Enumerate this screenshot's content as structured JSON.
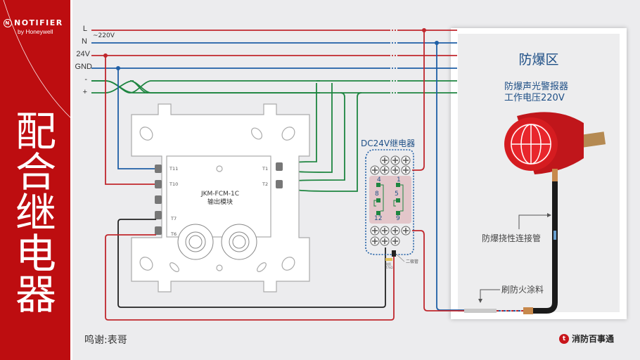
{
  "sidebar": {
    "brand": "NOTIFIER",
    "brand_sub": "by Honeywell",
    "title_chars": [
      "配",
      "合",
      "继",
      "电",
      "器"
    ]
  },
  "bus": {
    "labels": [
      "L",
      "N",
      "24V",
      "GND",
      "-",
      "+"
    ],
    "voltage_note": "~220V"
  },
  "module": {
    "model": "JKM-FCM-1C",
    "name": "输出模块",
    "terminals_left": [
      "T11",
      "T10",
      "T7",
      "T6"
    ],
    "terminals_right": [
      "T1",
      "T2"
    ]
  },
  "relay": {
    "title": "DC24V继电器",
    "contact_numbers": [
      "4",
      "1",
      "8",
      "5",
      "12",
      "9"
    ],
    "diode_label": "二极管",
    "resistor_label": "电阻 47kΩ"
  },
  "zone": {
    "title": "防爆区",
    "alarm_line1": "防爆声光警报器",
    "alarm_line2": "工作电压220V",
    "conduit_label": "防爆挠性连接管",
    "coating_label": "刷防火涂料"
  },
  "footer": {
    "credit": "鸣谢:表哥",
    "brand": "消防百事通"
  },
  "colors": {
    "sidebar_red": "#bd0d10",
    "wire_red": "#c0272d",
    "wire_blue": "#1f5fa6",
    "wire_green": "#1e8540",
    "text_blue": "#1e4f86"
  }
}
